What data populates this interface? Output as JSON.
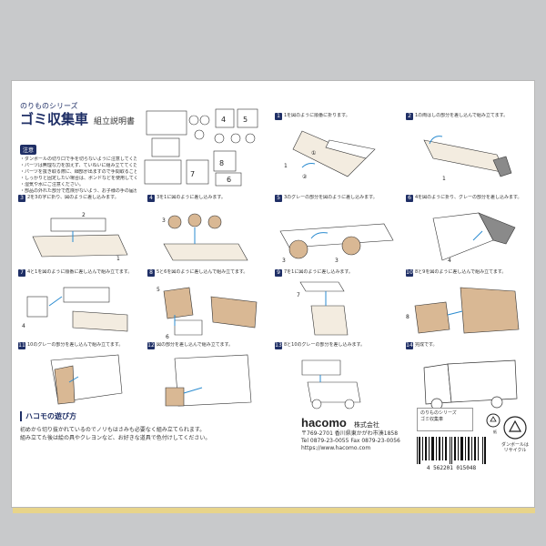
{
  "header": {
    "series": "のりものシリーズ",
    "title": "ゴミ収集車",
    "subtitle": "組立説明書"
  },
  "notes": {
    "badge": "注意",
    "lines": [
      "・ダンボールの切り口で手を切らないように注意してください。",
      "・パーツは無理な力を加えず、ていねいに組み立ててください。",
      "・パーツを抜き取る際に、細部が出ますので手間取ることがあります。",
      "・しっかりと固定したい場合は、ボンドなどを使用してください。",
      "・湿気や水にご注意ください。",
      "・部品の外れた部分で危険がないよう、お子様の手の届かない場所で保管してください。"
    ]
  },
  "parts": {
    "labels": [
      "4",
      "5",
      "7",
      "8",
      "6"
    ]
  },
  "steps": [
    {
      "num": "1",
      "text": "1を図のように順番に折ります。",
      "labels": [
        "1",
        "②",
        "①"
      ]
    },
    {
      "num": "2",
      "text": "1の両はしの部分を差し込んで組み立てます。",
      "labels": [
        "1"
      ]
    },
    {
      "num": "3",
      "text": "2を3の字に折り、図のように差し込みます。",
      "labels": [
        "2",
        "1"
      ]
    },
    {
      "num": "4",
      "text": "3を1に図のように差し込みます。",
      "labels": [
        "3"
      ]
    },
    {
      "num": "5",
      "text": "3のグレーの部分を図のように差し込みます。",
      "labels": [
        "3",
        "3"
      ]
    },
    {
      "num": "6",
      "text": "4を図のように折り、グレーの部分を差し込みます。",
      "labels": [
        "4"
      ]
    },
    {
      "num": "7",
      "text": "4と1を図のように順番に差し込んで組み立てます。",
      "labels": [
        "4"
      ]
    },
    {
      "num": "8",
      "text": "5と6を図のように差し込んで組み立てます。",
      "labels": [
        "5",
        "6"
      ]
    },
    {
      "num": "9",
      "text": "7を1に図のように差し込みます。",
      "labels": [
        "7"
      ]
    },
    {
      "num": "10",
      "text": "8と9を図のように差し込んで組み立てます。",
      "labels": [
        "8"
      ]
    },
    {
      "num": "11",
      "text": "10のグレーの部分を差し込んで組み立てます。",
      "labels": []
    },
    {
      "num": "12",
      "text": "図の部分を差し込んで組み立てます。",
      "labels": []
    },
    {
      "num": "13",
      "text": "8と10のグレーの部分を差し込みます。",
      "labels": []
    },
    {
      "num": "14",
      "text": "完成です。",
      "labels": []
    }
  ],
  "how": {
    "title": "ハコモの遊び方",
    "lines": [
      "初めから切り抜かれているのでノリもはさみも必要なく組み立てられます。",
      "組み立てた後は絵の具やクレヨンなど、お好きな道具で色付けしてください。"
    ]
  },
  "company": {
    "logo": "hacomo",
    "corp": "株式会社",
    "address": "〒769-2701 香川県東かがわ市湊1858",
    "tel": "Tel 0879-23-0055 Fax 0879-23-0056",
    "url": "https://www.hacomo.com"
  },
  "product_box": {
    "line1": "のりものシリーズ",
    "line2": "ゴミ収集車"
  },
  "barcode": {
    "number": "4 562201 015048"
  },
  "recycle": {
    "label1": "紙",
    "label2": "ダンボールは\nリサイクル"
  }
}
